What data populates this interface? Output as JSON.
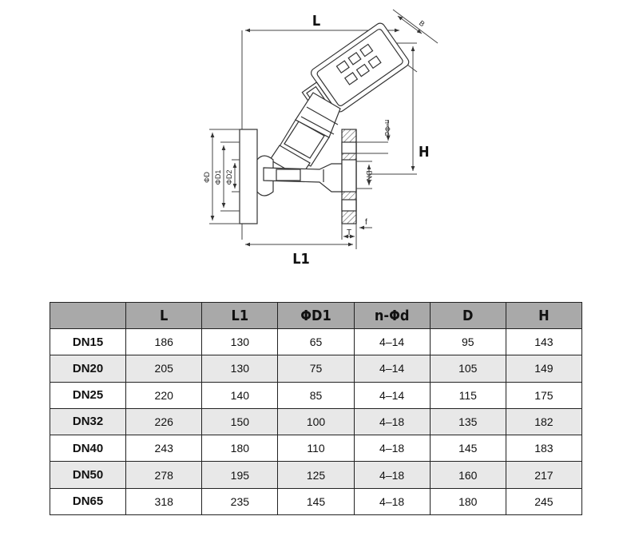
{
  "diagram": {
    "labels": {
      "L": "L",
      "L1": "L1",
      "H": "H",
      "B": "B",
      "D": "ΦD",
      "D1": "ΦD1",
      "D2": "ΦD2",
      "DN": "DN",
      "nd": "n-Φd",
      "T": "T",
      "f": "f"
    }
  },
  "table": {
    "columns": [
      "",
      "L",
      "L1",
      "ΦD1",
      "n-Φd",
      "D",
      "H"
    ],
    "rows": [
      {
        "size": "DN15",
        "L": "186",
        "L1": "130",
        "D1": "65",
        "nd": "4–14",
        "D": "95",
        "H": "143"
      },
      {
        "size": "DN20",
        "L": "205",
        "L1": "130",
        "D1": "75",
        "nd": "4–14",
        "D": "105",
        "H": "149"
      },
      {
        "size": "DN25",
        "L": "220",
        "L1": "140",
        "D1": "85",
        "nd": "4–14",
        "D": "115",
        "H": "175"
      },
      {
        "size": "DN32",
        "L": "226",
        "L1": "150",
        "D1": "100",
        "nd": "4–18",
        "D": "135",
        "H": "182"
      },
      {
        "size": "DN40",
        "L": "243",
        "L1": "180",
        "D1": "110",
        "nd": "4–18",
        "D": "145",
        "H": "183"
      },
      {
        "size": "DN50",
        "L": "278",
        "L1": "195",
        "D1": "125",
        "nd": "4–18",
        "D": "160",
        "H": "217"
      },
      {
        "size": "DN65",
        "L": "318",
        "L1": "235",
        "D1": "145",
        "nd": "4–18",
        "D": "180",
        "H": "245"
      }
    ]
  }
}
